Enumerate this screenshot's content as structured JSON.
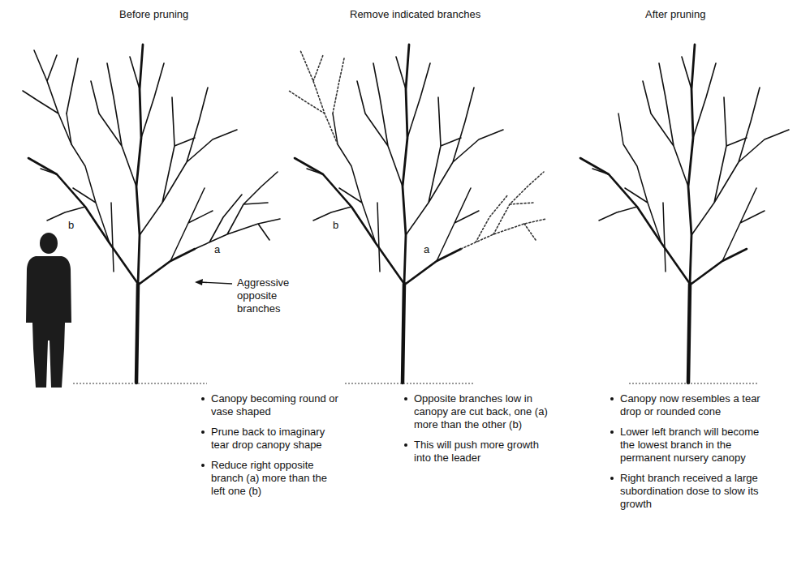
{
  "diagram": {
    "labels": [
      "Before pruning",
      "Remove indicated branches",
      "After pruning",
      "b",
      "a",
      "Aggressive opposite branches",
      "b",
      "a",
      "Canopy becoming round or vase shaped",
      "Prune back to imaginary tear drop canopy shape",
      "Reduce right opposite branch (a) more than the left one (b)",
      "Opposite branches low in canopy are cut back, one (a) more than the other (b)",
      "This will push more growth into the leader",
      "Canopy now resembles a tear drop or rounded cone",
      "Lower left branch will become the lowest branch in the permanent nursery canopy",
      "Right branch received a large subordination dose to slow its growth"
    ]
  }
}
